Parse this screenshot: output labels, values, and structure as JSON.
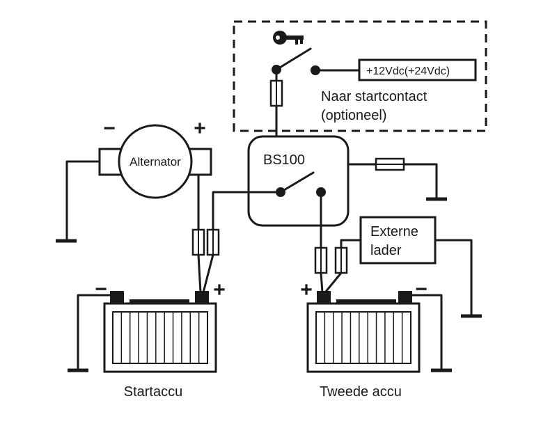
{
  "diagram": {
    "ignition_voltage_label": "+12Vdc(+24Vdc)",
    "ignition_caption_line1": "Naar startcontact",
    "ignition_caption_line2": "(optioneel)",
    "alternator_label": "Alternator",
    "alternator_minus": "−",
    "alternator_plus": "+",
    "separator_label": "BS100",
    "charger_label_line1": "Externe",
    "charger_label_line2": "lader",
    "start_battery_label": "Startaccu",
    "start_battery_minus": "−",
    "start_battery_plus": "+",
    "second_battery_label": "Tweede accu",
    "second_battery_minus": "−",
    "second_battery_plus": "+"
  },
  "icons": {
    "key": "key-icon",
    "ground": "ground-icon",
    "fuse": "fuse-icon",
    "switch": "switch-icon"
  },
  "colors": {
    "line": "#1a1a1a",
    "background": "#ffffff"
  }
}
